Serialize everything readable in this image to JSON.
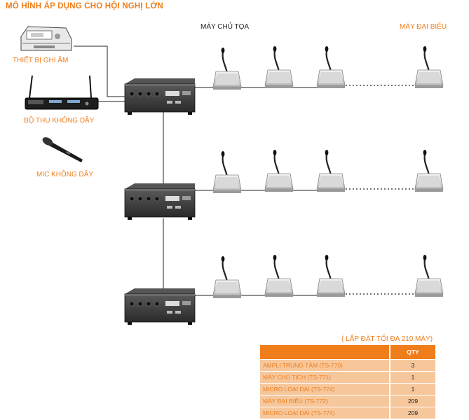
{
  "title": "MÔ HÌNH ÁP DỤNG CHO HỘI NGHỊ LỚN",
  "labels": {
    "recorder": "THIẾT BỊ GHI ÂM",
    "receiver": "BỘ THU KHÔNG DÂY",
    "wireless_mic": "MIC KHÔNG DÂY",
    "chairman": "MÁY CHỦ TỌA",
    "delegate": "MÁY ĐẠI BIỂU"
  },
  "note": "( LẮP ĐẶT TỐI ĐA 210 MÁY)",
  "table": {
    "header_qty": "QTY",
    "rows": [
      {
        "name": "AMPLI TRUNG TÂM (TS-770)",
        "qty": "3"
      },
      {
        "name": "MÁY CHỦ TỊCH (TS-771)",
        "qty": "1"
      },
      {
        "name": "MICRO LOẠI DÀI (TS-774)",
        "qty": "1"
      },
      {
        "name": "MÁY ĐẠI BIỂU (TS-772)",
        "qty": "209"
      },
      {
        "name": "MICRO LOẠI DÀI (TS-774)",
        "qty": "209"
      }
    ]
  },
  "colors": {
    "accent": "#ef7d1a",
    "row_bg": "#f7c79c",
    "device": "#2b2b2b"
  }
}
